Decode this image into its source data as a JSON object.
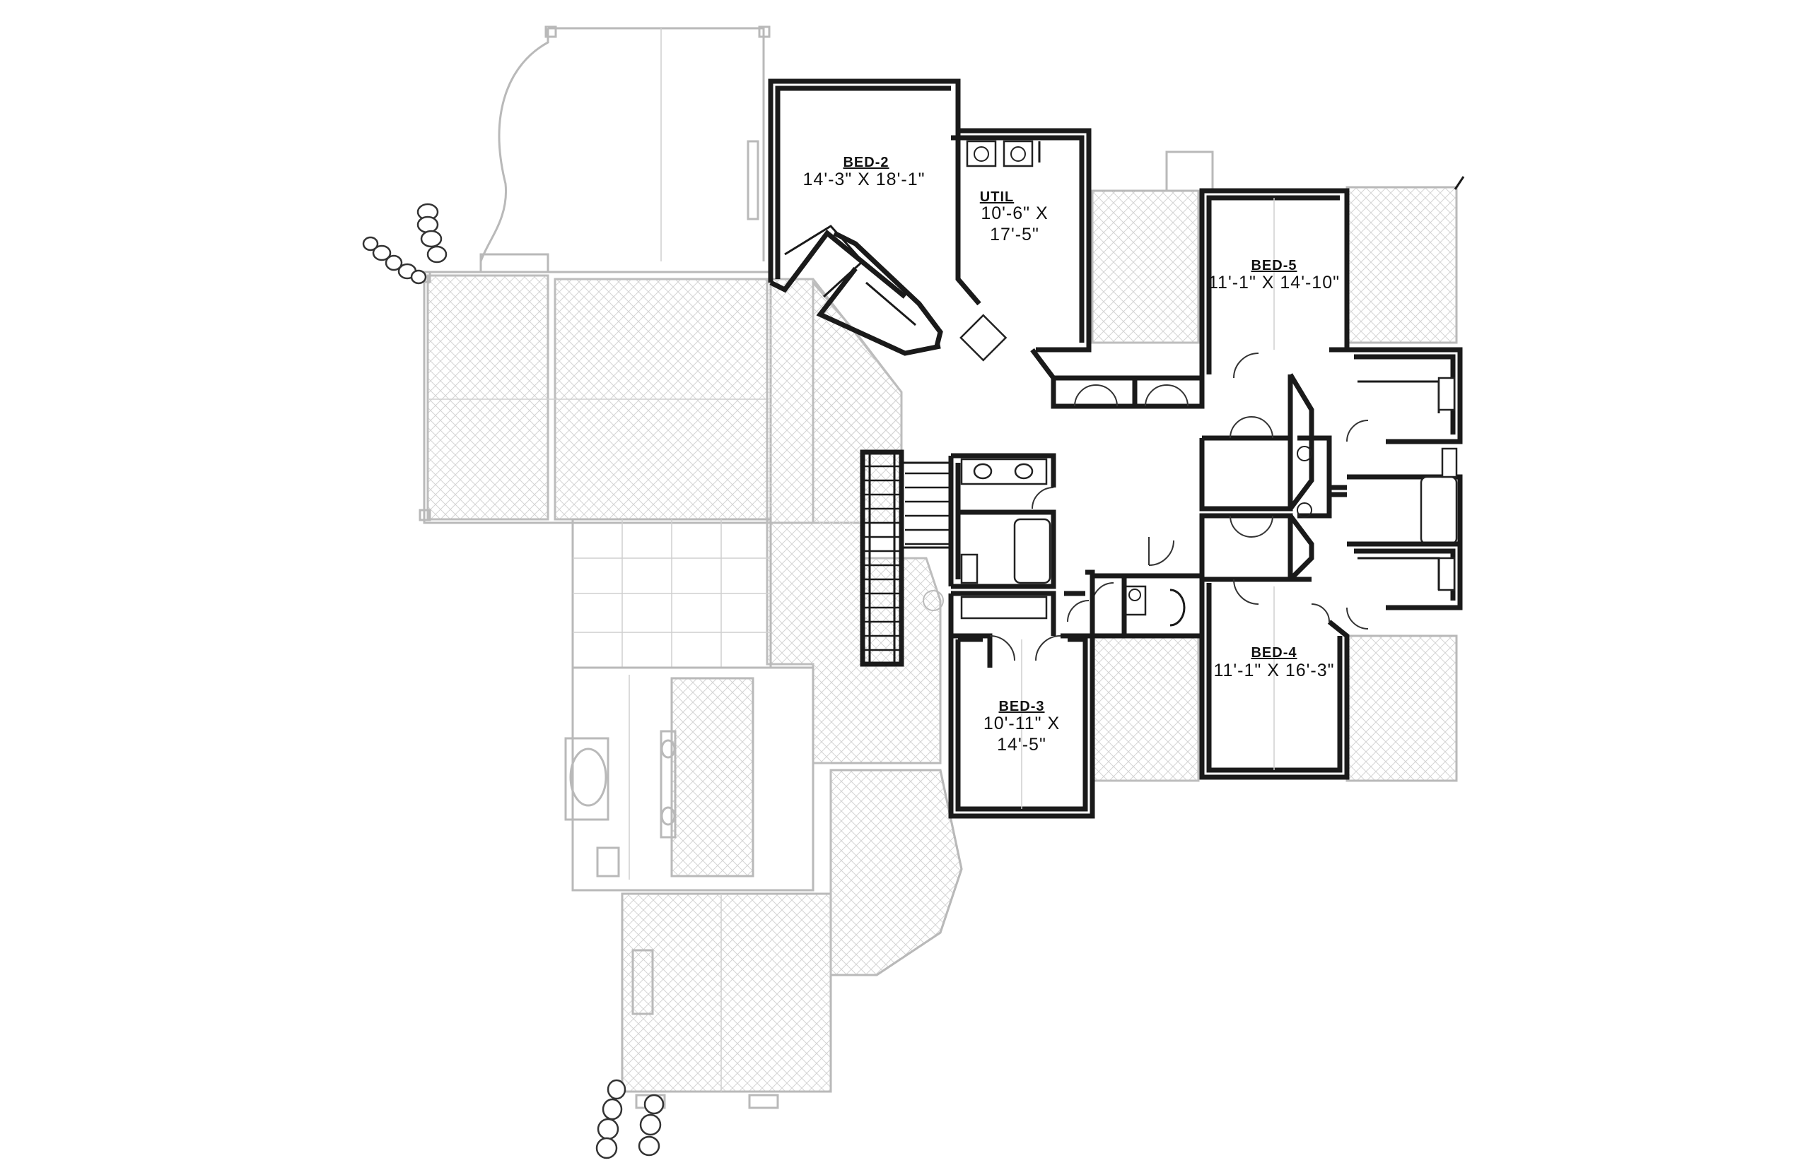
{
  "rooms": {
    "bed2": {
      "name": "BED-2",
      "dims": [
        "14'-3\" X 18'-1\""
      ]
    },
    "util": {
      "name": "UTIL",
      "dims": [
        "10'-6\" X",
        "17'-5\""
      ]
    },
    "bed5": {
      "name": "BED-5",
      "dims": [
        "11'-1\" X 14'-10\""
      ]
    },
    "bed4": {
      "name": "BED-4",
      "dims": [
        "11'-1\" X 16'-3\""
      ]
    },
    "bed3": {
      "name": "BED-3",
      "dims": [
        "10'-11\" X",
        "14'-5\""
      ]
    }
  },
  "colors": {
    "wall": "#1a1a1a",
    "ghost": "#b9b9b9",
    "background": "#ffffff"
  }
}
